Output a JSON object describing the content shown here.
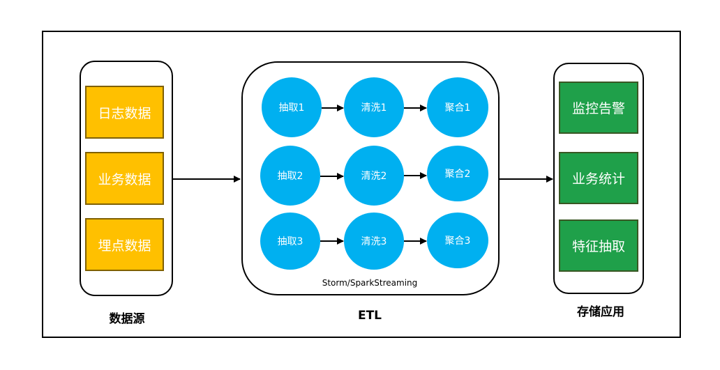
{
  "colors": {
    "source_fill": "#ffc000",
    "etl_circle": "#00b0f0",
    "app_fill": "#1fa04a",
    "line": "#000000"
  },
  "sources": {
    "caption": "数据源",
    "items": [
      "日志数据",
      "业务数据",
      "埋点数据"
    ]
  },
  "etl": {
    "caption": "ETL",
    "engine_label": "Storm/SparkStreaming",
    "rows": [
      [
        "抽取1",
        "清洗1",
        "聚合1"
      ],
      [
        "抽取2",
        "清洗2",
        "聚合2"
      ],
      [
        "抽取3",
        "清洗3",
        "聚合3"
      ]
    ]
  },
  "apps": {
    "caption": "存储应用",
    "items": [
      "监控告警",
      "业务统计",
      "特征抽取"
    ]
  }
}
